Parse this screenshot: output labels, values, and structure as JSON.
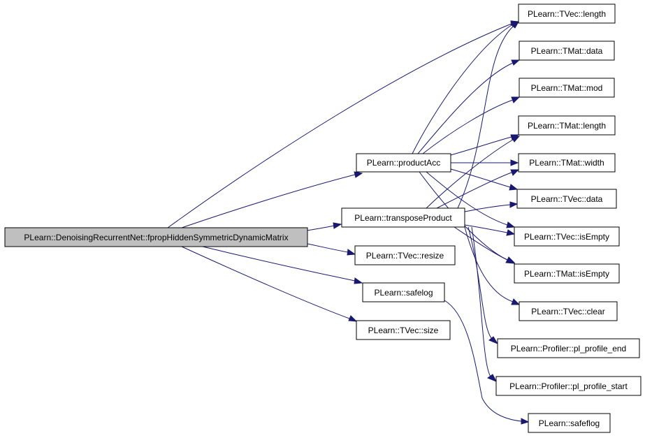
{
  "nodes": {
    "root": "PLearn::DenoisingRecurrentNet::fpropHiddenSymmetricDynamicMatrix",
    "productAcc": "PLearn::productAcc",
    "transposeProduct": "PLearn::transposeProduct",
    "tvec_resize": "PLearn::TVec::resize",
    "safelog": "PLearn::safelog",
    "tvec_size": "PLearn::TVec::size",
    "tvec_length": "PLearn::TVec::length",
    "tmat_data": "PLearn::TMat::data",
    "tmat_mod": "PLearn::TMat::mod",
    "tmat_length": "PLearn::TMat::length",
    "tmat_width": "PLearn::TMat::width",
    "tvec_data": "PLearn::TVec::data",
    "tvec_isEmpty": "PLearn::TVec::isEmpty",
    "tmat_isEmpty": "PLearn::TMat::isEmpty",
    "tvec_clear": "PLearn::TVec::clear",
    "pl_profile_end": "PLearn::Profiler::pl_profile_end",
    "pl_profile_start": "PLearn::Profiler::pl_profile_start",
    "safeflog": "PLearn::safeflog"
  },
  "colors": {
    "edge": "#191970",
    "root_fill": "#bfbfbf",
    "node_fill": "#ffffff",
    "node_border": "#000000"
  }
}
